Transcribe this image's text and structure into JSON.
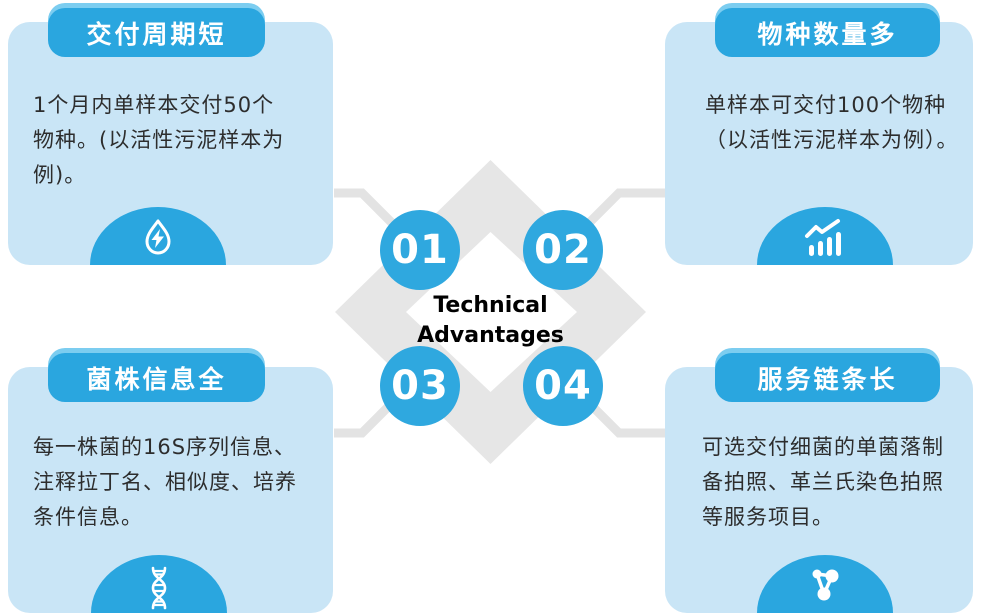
{
  "page": {
    "background": "#ffffff",
    "description": "Technical advantages infographic with four feature cards around a central diamond"
  },
  "colors": {
    "accent_blue": "#2aa6df",
    "accent_blue_highlight": "#7ccdf0",
    "number_circle_blue": "#2fa8df",
    "card_background": "#c9e5f6",
    "diamond_gray": "#e6e6e6",
    "connector_gray": "#e3e3e3",
    "body_text": "#2d2d2d",
    "pill_text": "#ffffff",
    "center_text": "#000000"
  },
  "center": {
    "title_line1": "Technical",
    "title_line2": "Advantages",
    "numbers": [
      "01",
      "02",
      "03",
      "04"
    ]
  },
  "cards": [
    {
      "id": "delivery-cycle",
      "title": "交付周期短",
      "icon": "water-drop-lightning-icon",
      "text": "1个月内单样本交付50个物种。(以活性污泥样本为例)。",
      "lines": [
        "1个月内单样本交付50个",
        "物种。(以活性污泥样本为",
        "例)。"
      ]
    },
    {
      "id": "species-count",
      "title": "物种数量多",
      "icon": "bar-chart-trend-icon",
      "text": "单样本可交付100个物种（以活性污泥样本为例）。",
      "lines": [
        "单样本可交付100个物种",
        "（以活性污泥样本为例）。",
        ""
      ]
    },
    {
      "id": "strain-info",
      "title": "菌株信息全",
      "icon": "dna-helix-icon",
      "text": "每一株菌的16S序列信息、注释拉丁名、相似度、培养条件信息。",
      "lines": [
        "每一株菌的16S序列信息、",
        "注释拉丁名、相似度、培养",
        "条件信息。"
      ]
    },
    {
      "id": "service-chain",
      "title": "服务链条长",
      "icon": "molecule-icon",
      "text": "可选交付细菌的单菌落制备拍照、革兰氏染色拍照等服务项目。",
      "lines": [
        "可选交付细菌的单菌落制",
        "备拍照、革兰氏染色拍照",
        "等服务项目。"
      ]
    }
  ]
}
